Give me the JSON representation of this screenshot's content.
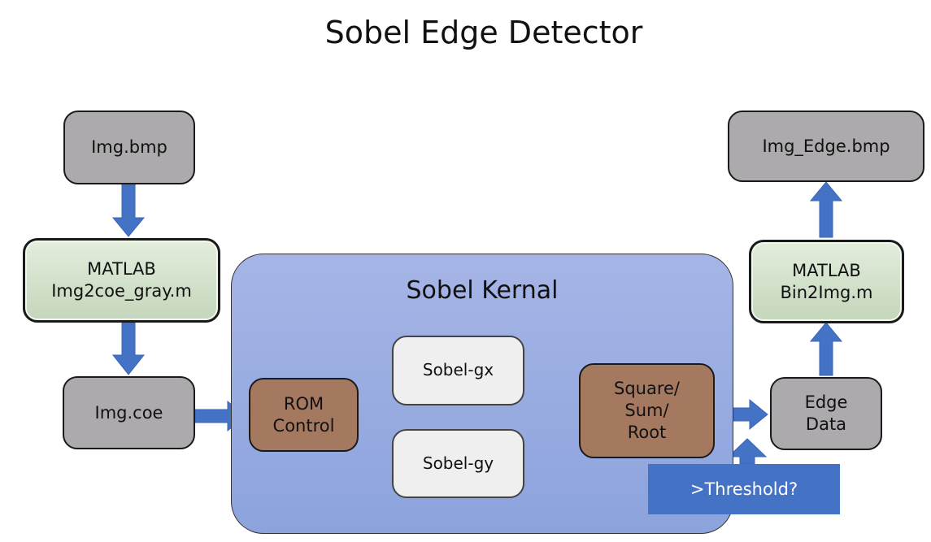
{
  "title": "Sobel Edge Detector",
  "kernel": {
    "label": "Sobel Kernal"
  },
  "nodes": {
    "img_bmp": "Img.bmp",
    "matlab_in": [
      "MATLAB",
      "Img2coe_gray.m"
    ],
    "img_coe": "Img.coe",
    "rom_control": [
      "ROM",
      "Control"
    ],
    "sobel_gx": "Sobel-gx",
    "sobel_gy": "Sobel-gy",
    "square_sum_root": [
      "Square/",
      "Sum/",
      "Root"
    ],
    "edge_data": [
      "Edge",
      "Data"
    ],
    "matlab_out": [
      "MATLAB",
      "Bin2Img.m"
    ],
    "img_edge_bmp": "Img_Edge.bmp"
  },
  "threshold": {
    "label": ">Threshold?"
  },
  "colors": {
    "arrow": "#4472c4",
    "kernel_fill": "#9bb0e2",
    "io_box": "#acaaac",
    "matlab_box": "#d3e2cc",
    "logic_box": "#a57960",
    "filter_box": "#efefef"
  }
}
